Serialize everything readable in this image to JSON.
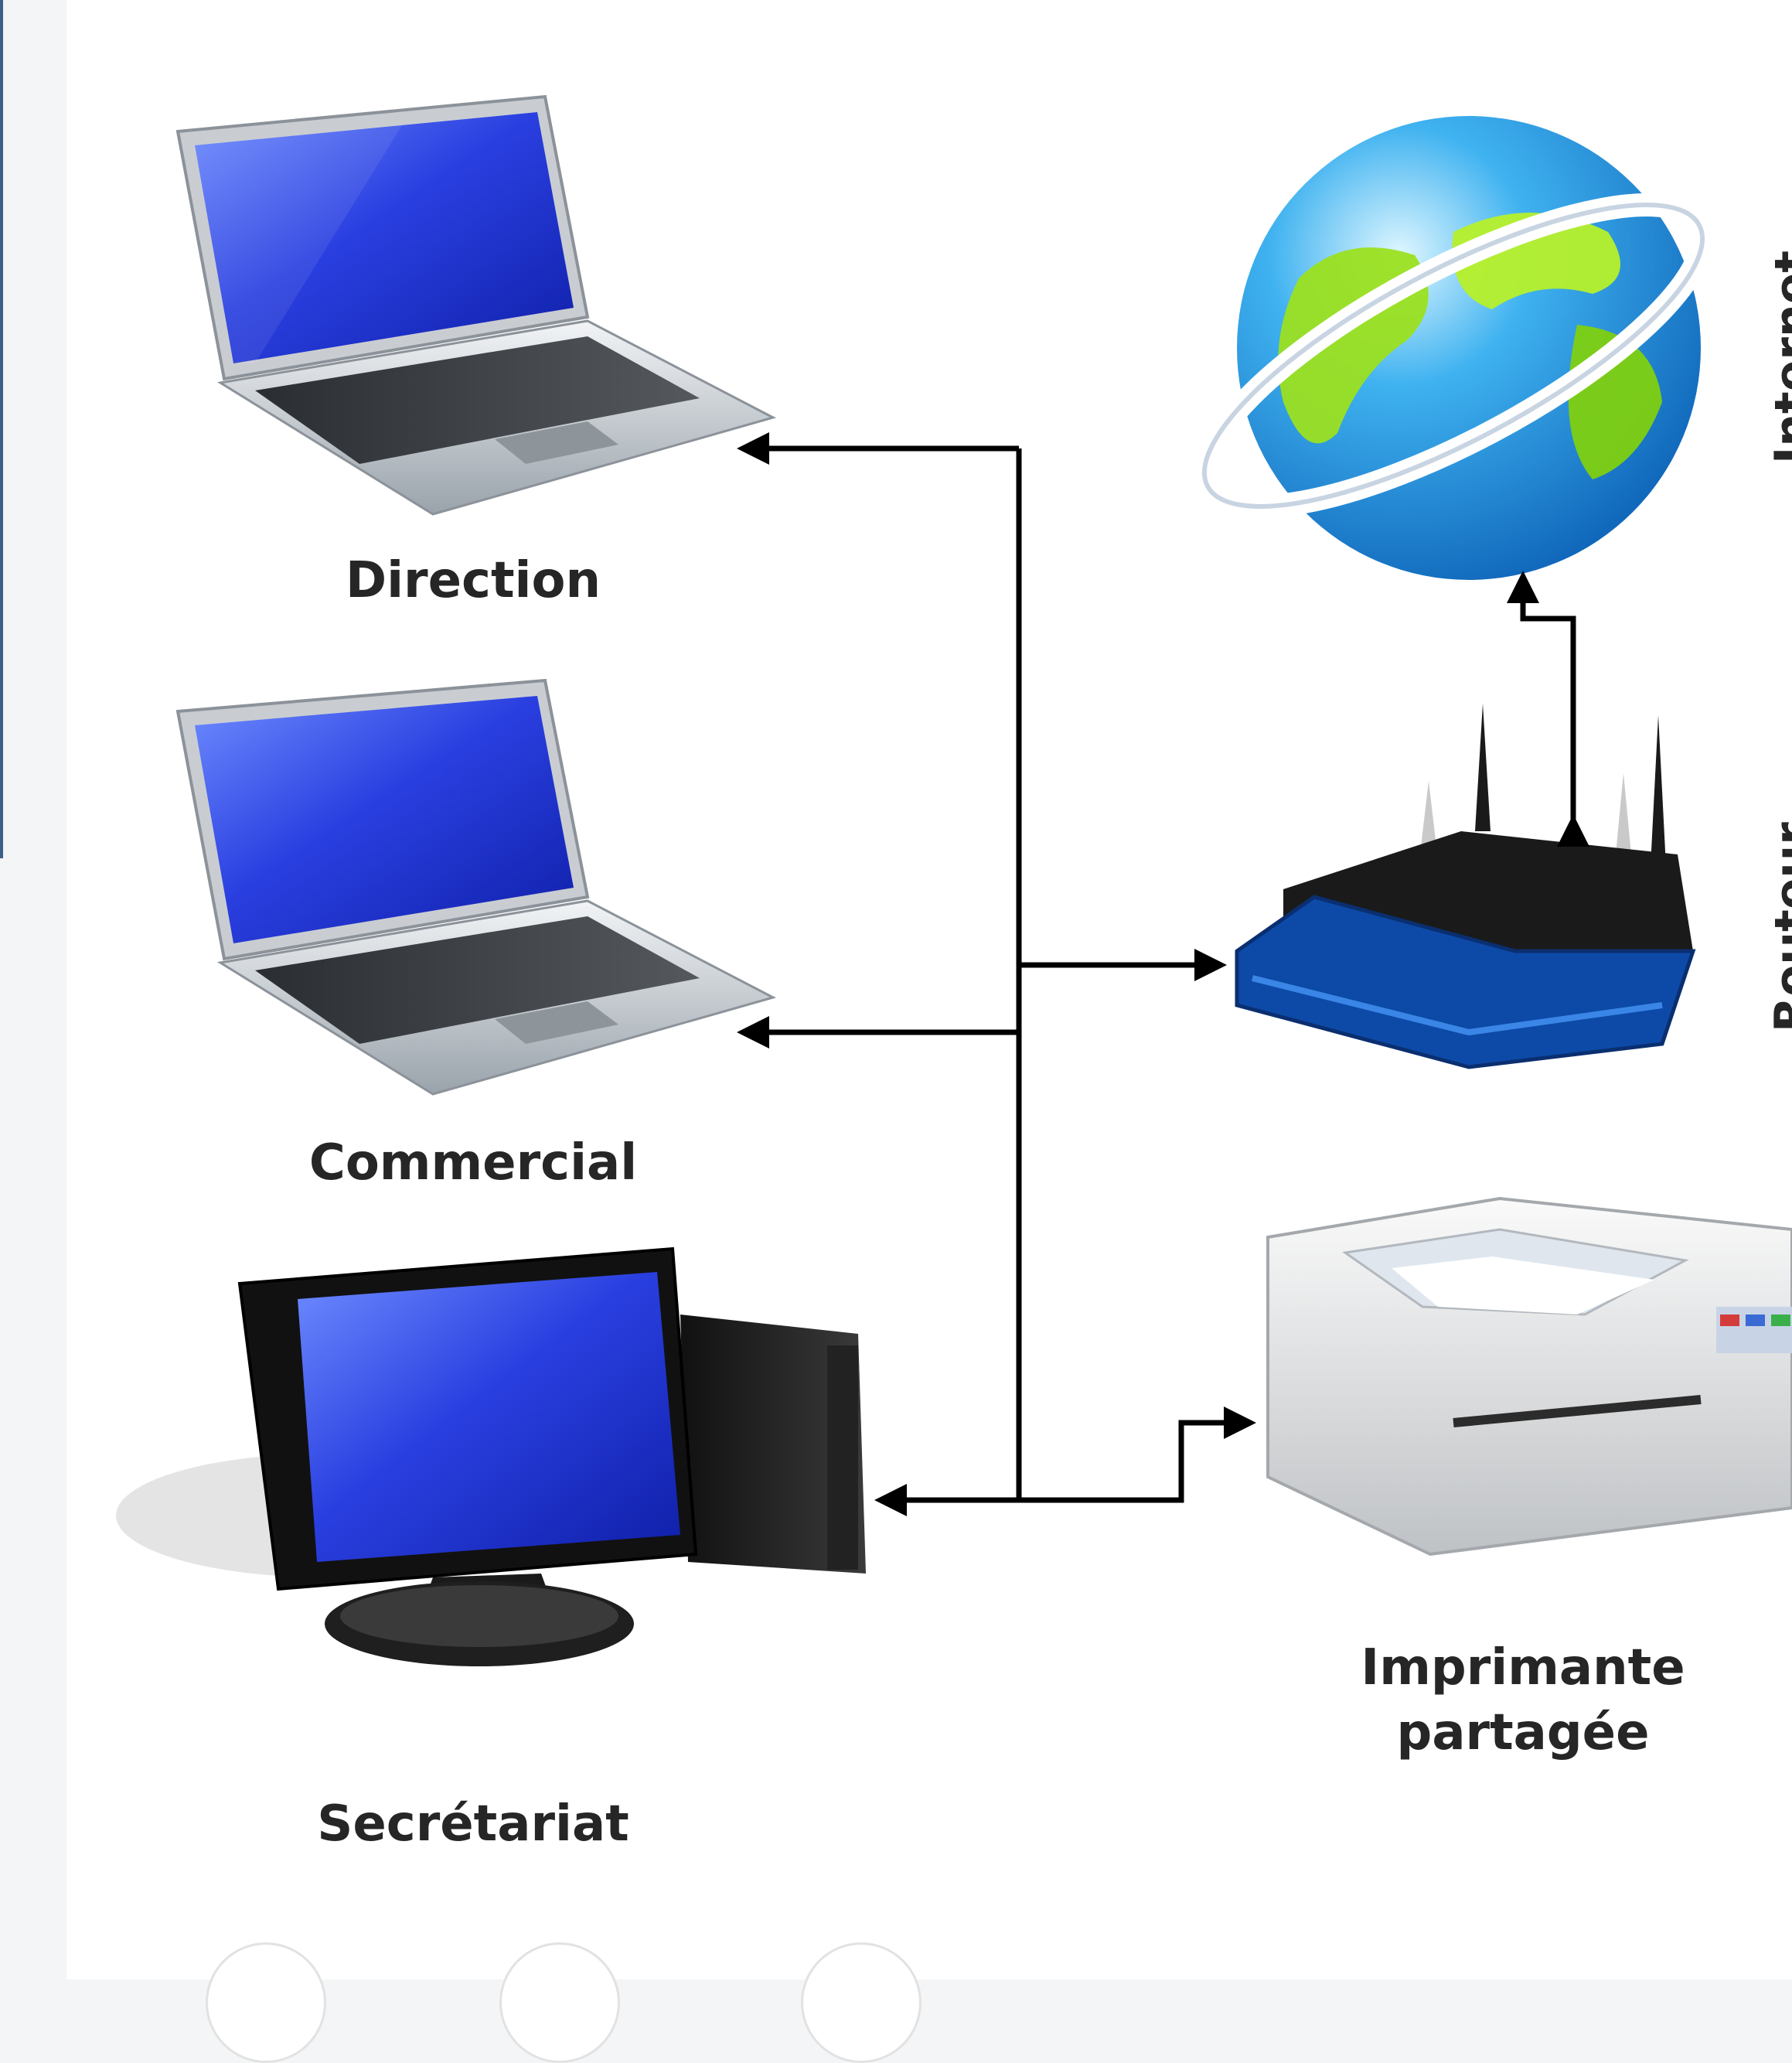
{
  "nodes": {
    "direction": {
      "label": "Direction",
      "icon": "laptop-icon"
    },
    "commercial": {
      "label": "Commercial",
      "icon": "laptop-icon"
    },
    "secretariat": {
      "label": "Secrétariat",
      "icon": "desktop-computer-icon"
    },
    "internet": {
      "label": "Internet",
      "icon": "globe-icon"
    },
    "router": {
      "label": "Routeur",
      "icon": "wifi-router-icon"
    },
    "printer": {
      "label_line1": "Imprimante",
      "label_line2": "partagée",
      "icon": "printer-icon"
    }
  },
  "colors": {
    "screen_blue": "#1a2fd0",
    "link": "#000000",
    "router_blue": "#0d4aa8",
    "globe_green": "#9be020",
    "globe_blue": "#1a8ad8"
  }
}
